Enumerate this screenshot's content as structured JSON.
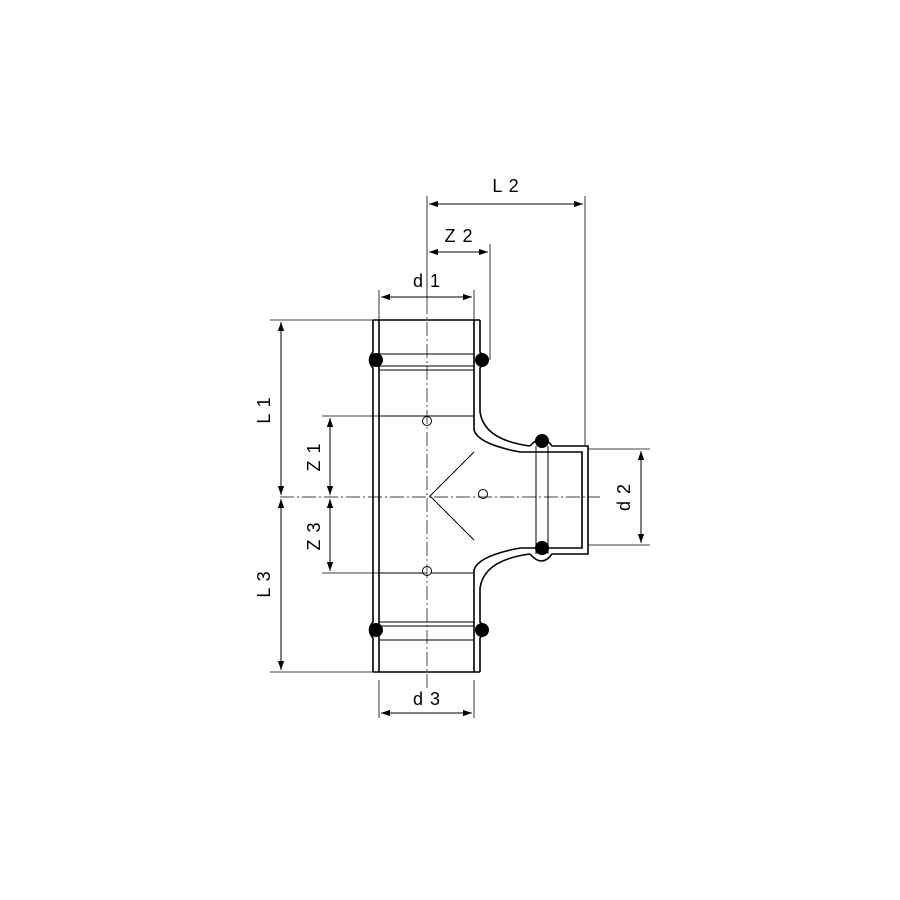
{
  "dimensions": {
    "L1": "L 1",
    "L2": "L 2",
    "L3": "L 3",
    "Z1": "Z 1",
    "Z2": "Z 2",
    "Z3": "Z 3",
    "d1": "d 1",
    "d2": "d 2",
    "d3": "d 3"
  }
}
